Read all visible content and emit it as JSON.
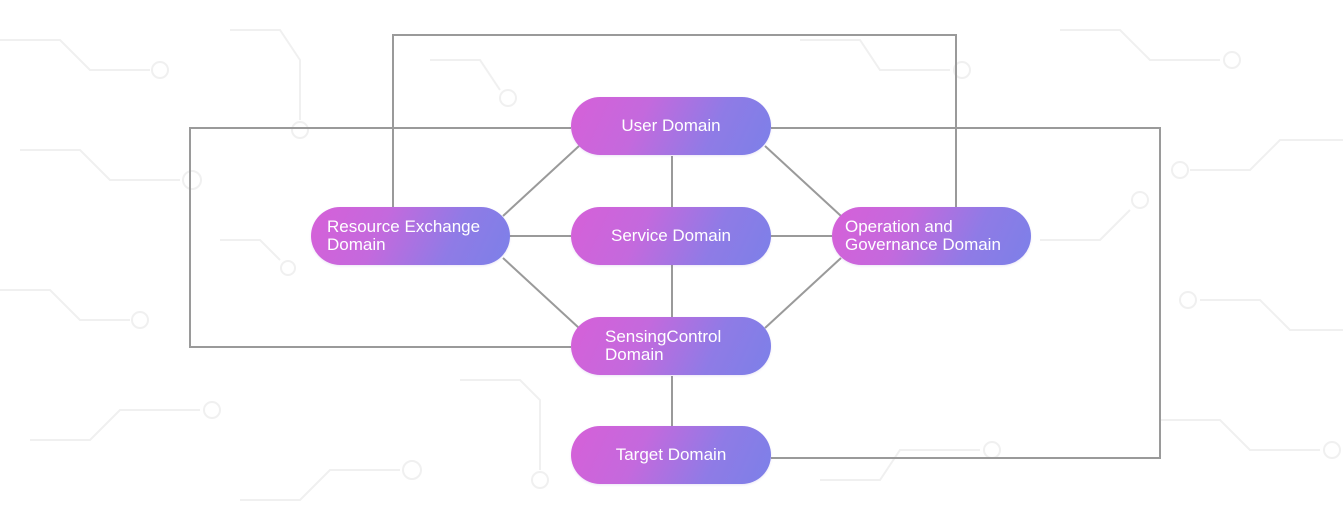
{
  "diagram": {
    "nodes": {
      "user": {
        "label": "User Domain"
      },
      "service": {
        "label": "Service Domain"
      },
      "resource": {
        "label": "Resource Exchange\nDomain"
      },
      "operation": {
        "label": "Operation and\nGovernance Domain"
      },
      "sensing": {
        "label": "SensingControl\nDomain"
      },
      "target": {
        "label": "Target Domain"
      }
    },
    "colors": {
      "node_gradient_start": "#d660d8",
      "node_gradient_end": "#7c80e8",
      "connector": "#9a9a9a",
      "background_pattern": "#f1f1f1"
    }
  }
}
